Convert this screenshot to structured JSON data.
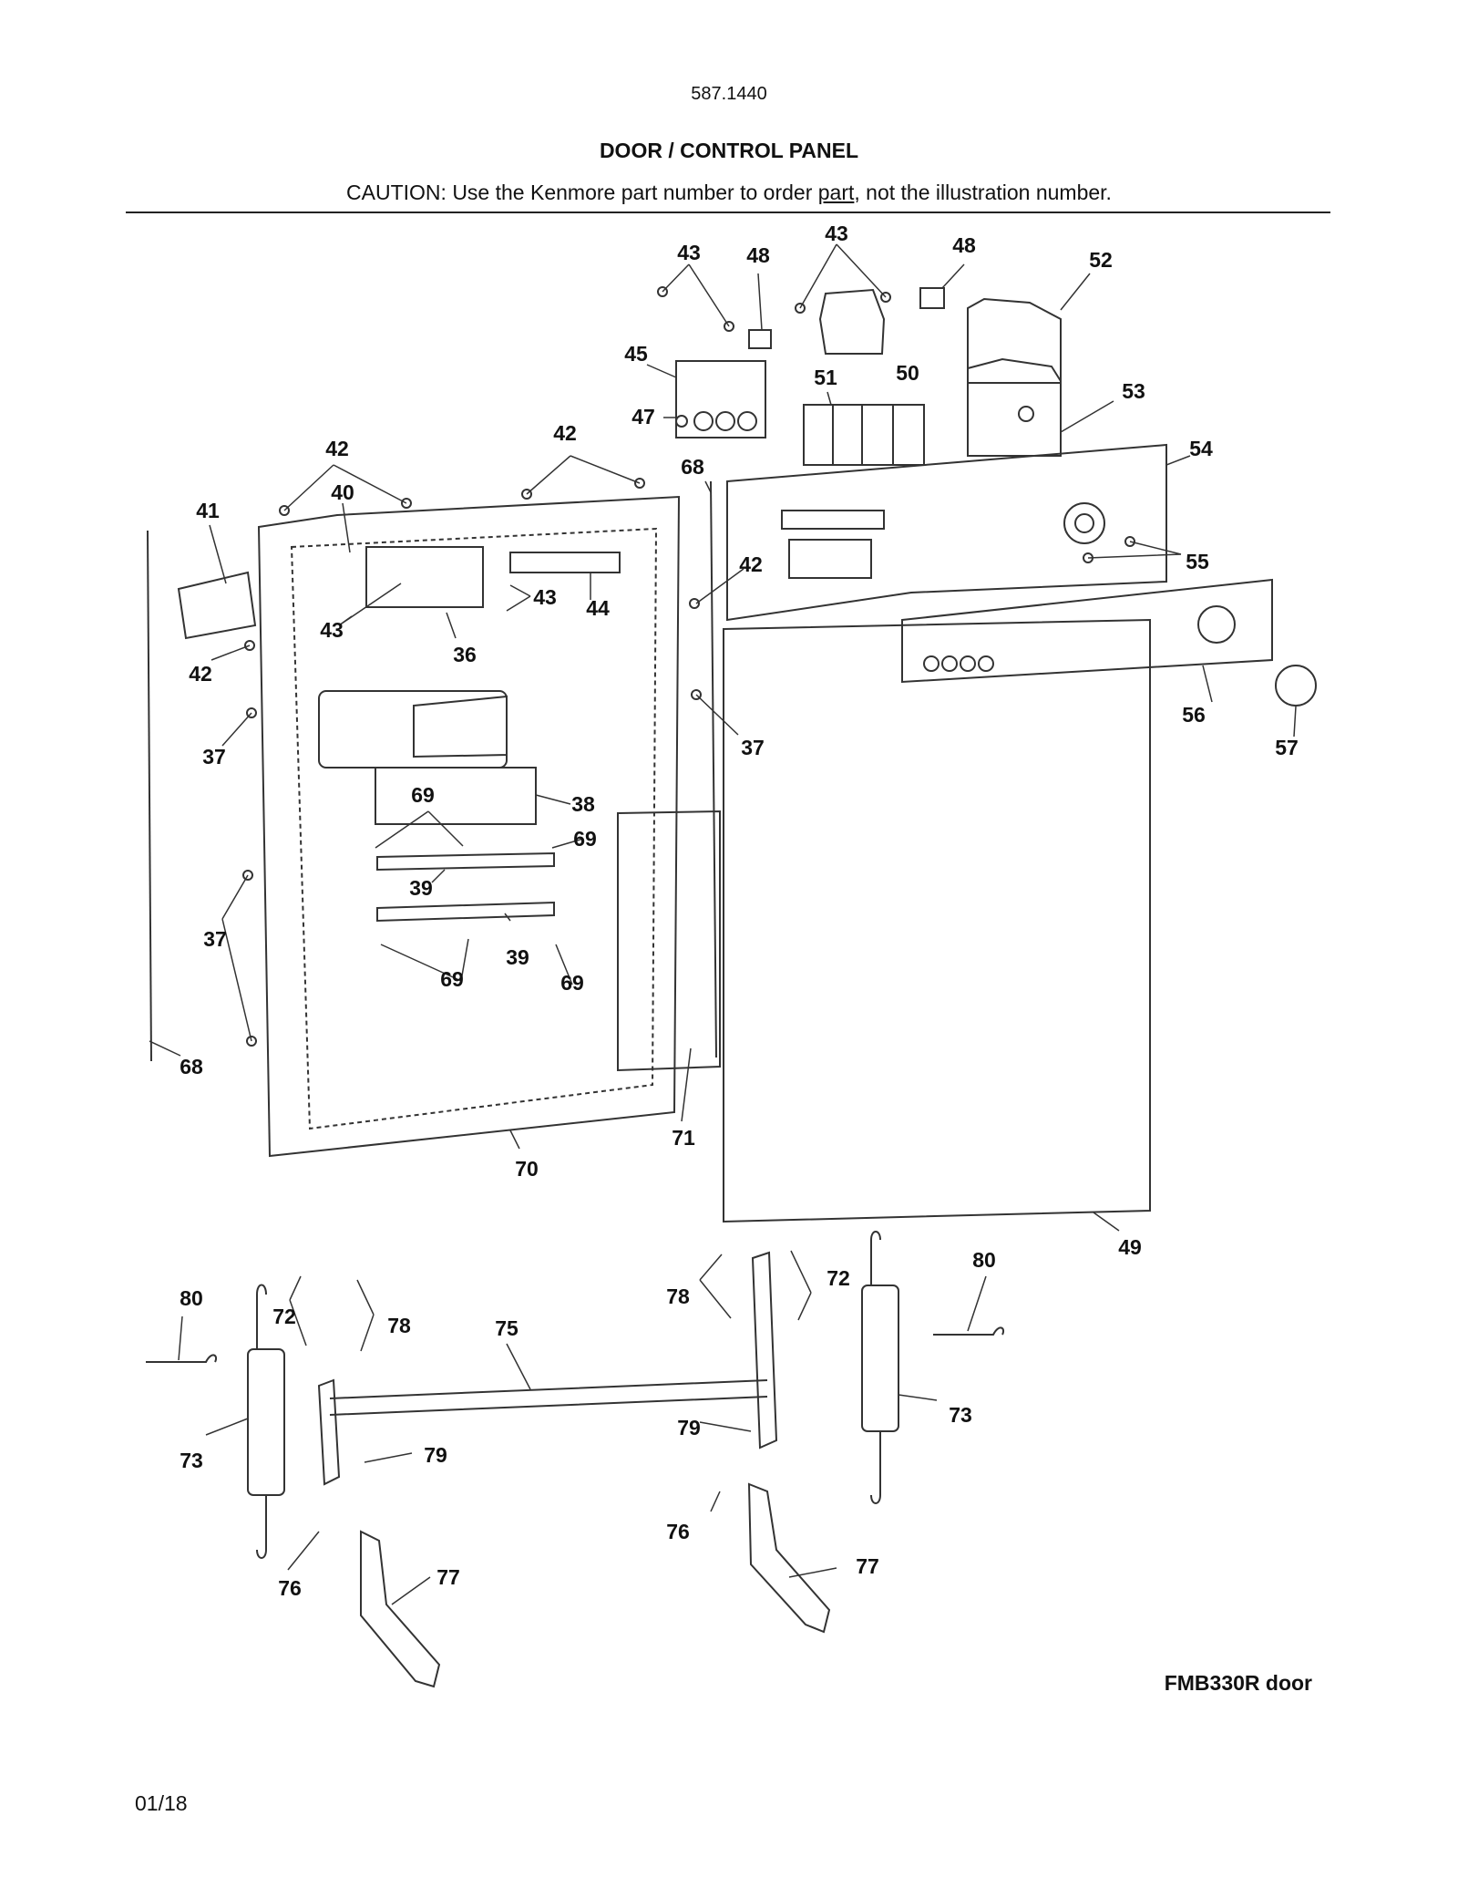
{
  "header": {
    "model_number": "587.1440",
    "title": "DOOR / CONTROL PANEL",
    "caution_prefix": "CAUTION: Use the Kenmore part number to order ",
    "caution_link": "part",
    "caution_suffix": ", not the illustration number."
  },
  "callouts": [
    {
      "id": "c-43a",
      "label": "43"
    },
    {
      "id": "c-48a",
      "label": "48"
    },
    {
      "id": "c-43b",
      "label": "43"
    },
    {
      "id": "c-48b",
      "label": "48"
    },
    {
      "id": "c-52",
      "label": "52"
    },
    {
      "id": "c-45",
      "label": "45"
    },
    {
      "id": "c-51",
      "label": "51"
    },
    {
      "id": "c-50",
      "label": "50"
    },
    {
      "id": "c-53",
      "label": "53"
    },
    {
      "id": "c-47",
      "label": "47"
    },
    {
      "id": "c-42a",
      "label": "42"
    },
    {
      "id": "c-42b",
      "label": "42"
    },
    {
      "id": "c-68a",
      "label": "68"
    },
    {
      "id": "c-54",
      "label": "54"
    },
    {
      "id": "c-40",
      "label": "40"
    },
    {
      "id": "c-41",
      "label": "41"
    },
    {
      "id": "c-43c",
      "label": "43"
    },
    {
      "id": "c-44",
      "label": "44"
    },
    {
      "id": "c-42c",
      "label": "42"
    },
    {
      "id": "c-55",
      "label": "55"
    },
    {
      "id": "c-43d",
      "label": "43"
    },
    {
      "id": "c-36",
      "label": "36"
    },
    {
      "id": "c-42d",
      "label": "42"
    },
    {
      "id": "c-37a",
      "label": "37"
    },
    {
      "id": "c-56",
      "label": "56"
    },
    {
      "id": "c-37b",
      "label": "37"
    },
    {
      "id": "c-57",
      "label": "57"
    },
    {
      "id": "c-69a",
      "label": "69"
    },
    {
      "id": "c-38",
      "label": "38"
    },
    {
      "id": "c-69b",
      "label": "69"
    },
    {
      "id": "c-39a",
      "label": "39"
    },
    {
      "id": "c-37c",
      "label": "37"
    },
    {
      "id": "c-39b",
      "label": "39"
    },
    {
      "id": "c-69c",
      "label": "69"
    },
    {
      "id": "c-69d",
      "label": "69"
    },
    {
      "id": "c-68b",
      "label": "68"
    },
    {
      "id": "c-71",
      "label": "71"
    },
    {
      "id": "c-70",
      "label": "70"
    },
    {
      "id": "c-49",
      "label": "49"
    },
    {
      "id": "c-80a",
      "label": "80"
    },
    {
      "id": "c-80b",
      "label": "80"
    },
    {
      "id": "c-72a",
      "label": "72"
    },
    {
      "id": "c-78a",
      "label": "78"
    },
    {
      "id": "c-72b",
      "label": "72"
    },
    {
      "id": "c-78b",
      "label": "78"
    },
    {
      "id": "c-75",
      "label": "75"
    },
    {
      "id": "c-73a",
      "label": "73"
    },
    {
      "id": "c-73b",
      "label": "73"
    },
    {
      "id": "c-79a",
      "label": "79"
    },
    {
      "id": "c-79b",
      "label": "79"
    },
    {
      "id": "c-76a",
      "label": "76"
    },
    {
      "id": "c-76b",
      "label": "76"
    },
    {
      "id": "c-77a",
      "label": "77"
    },
    {
      "id": "c-77b",
      "label": "77"
    }
  ],
  "footer": {
    "caption": "FMB330R door",
    "date_code": "01/18"
  }
}
